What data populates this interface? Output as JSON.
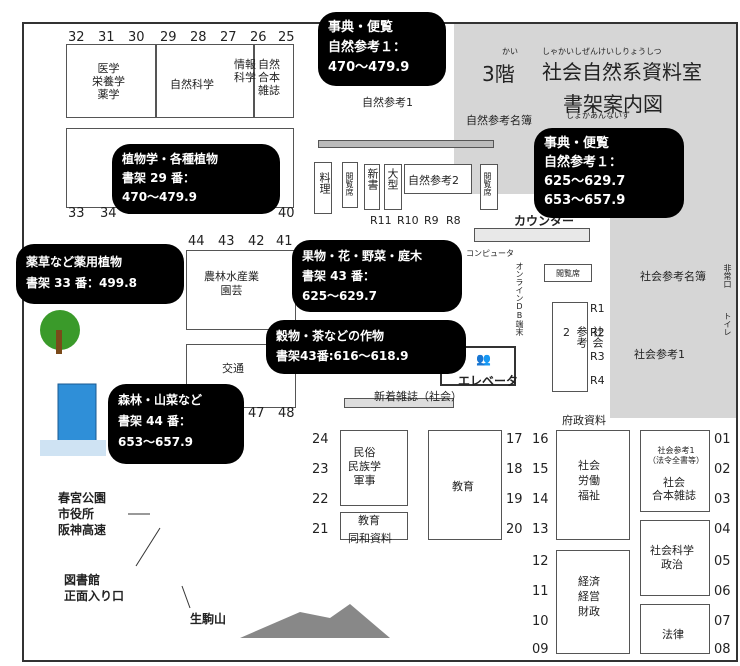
{
  "header": {
    "floor": "3階",
    "room_name": "社会自然系資料室",
    "guide": "書架案内図",
    "ruby_kai": "かい",
    "ruby_room": "しゃかいしぜんけいしりょうしつ",
    "ruby_guide": "しょかあんないず"
  },
  "shelf_numbers": {
    "n32": "32",
    "n31": "31",
    "n30": "30",
    "n29": "29",
    "n28": "28",
    "n27": "27",
    "n26": "26",
    "n25": "25",
    "n33": "33",
    "n34": "34",
    "n40": "40",
    "n44": "44",
    "n43": "43",
    "n42": "42",
    "n41": "41",
    "n47": "47",
    "n48": "48",
    "n24": "24",
    "n23": "23",
    "n22": "22",
    "n21": "21",
    "n17": "17",
    "n18": "18",
    "n19": "19",
    "n20": "20",
    "n16": "16",
    "n15": "15",
    "n14": "14",
    "n13": "13",
    "n12": "12",
    "n11": "11",
    "n10": "10",
    "n09": "09",
    "n01": "01",
    "n02": "02",
    "n03": "03",
    "n04": "04",
    "n05": "05",
    "n06": "06",
    "n07": "07",
    "n08": "08",
    "r11": "R11",
    "r10": "R10",
    "r9": "R9",
    "r8": "R8",
    "r1": "R1",
    "r2": "R2",
    "r3": "R3",
    "r4": "R4"
  },
  "labels": {
    "medical": "医学\n栄養学\n薬学",
    "natural_science": "自然科学",
    "info_science": "情報\n科学",
    "nature_books": "自然\n合本\n雑誌",
    "nature_ref1": "自然参考1",
    "nature_ref_list": "自然参考名簿",
    "cooking": "料理",
    "reading1": "閲覧席",
    "nature_new": "自然\n新書",
    "nature_large": "自然\n大型",
    "nature_ref2": "自然参考2",
    "reading2": "閲覧席",
    "counter": "カウンター",
    "computer": "コンピュータ",
    "online_db": "オンラインDB端末",
    "reading3": "閲覧席",
    "social_ref_list": "社会参考名簿",
    "social_ref2": "社会\n参考\n2",
    "social_ref1": "社会参考1",
    "emergency_exit": "非常口",
    "toilet": "トイレ",
    "agri_industry": "農林水産業\n園芸",
    "transport": "交通",
    "elevator": "エレベータ",
    "new_magazines": "新着雑誌（社会）",
    "gov_docs": "府政資料",
    "folk": "民俗\n民族学\n軍事",
    "education1": "教育",
    "education2": "教育",
    "dowa": "同和資料",
    "society": "社会\n労働\n福祉",
    "social_ref1_box": "社会参考1\n（法令全書等）",
    "social_books": "社会\n合本雑誌",
    "social_politics": "社会科学\n政治",
    "economy": "経済\n経営\n財政",
    "law": "法律",
    "park": "春宮公園\n市役所\n阪神高速",
    "library": "図書館\n正面入り口",
    "mountain": "生駒山"
  },
  "callouts": {
    "c1": {
      "line1": "事典・便覧",
      "line2": "自然参考１：",
      "line3": "470〜479.9"
    },
    "c2": {
      "line1": "植物学・各種植物",
      "line2": "書架 29 番：",
      "line3": "470〜479.9"
    },
    "c3": {
      "line1": "事典・便覧",
      "line2": "自然参考１：",
      "line3": "625〜629.7",
      "line4": "653〜657.9"
    },
    "c4": {
      "line1": "薬草など薬用植物",
      "line2": "書架 33 番：499.8"
    },
    "c5": {
      "line1": "果物・花・野菜・庭木",
      "line2": "書架 43 番：",
      "line3": "625〜629.7"
    },
    "c6": {
      "line1": "穀物・茶などの作物",
      "line2": "書架43番:616〜618.9"
    },
    "c7": {
      "line1": "森林・山菜など",
      "line2": "書架 44 番：",
      "line3": "653〜657.9"
    }
  },
  "colors": {
    "room_gray": "#d6d6d6",
    "callout_bg": "#000000",
    "callout_text": "#ffffff",
    "tree": "#3a9a2a",
    "building": "#2f8fd8"
  }
}
